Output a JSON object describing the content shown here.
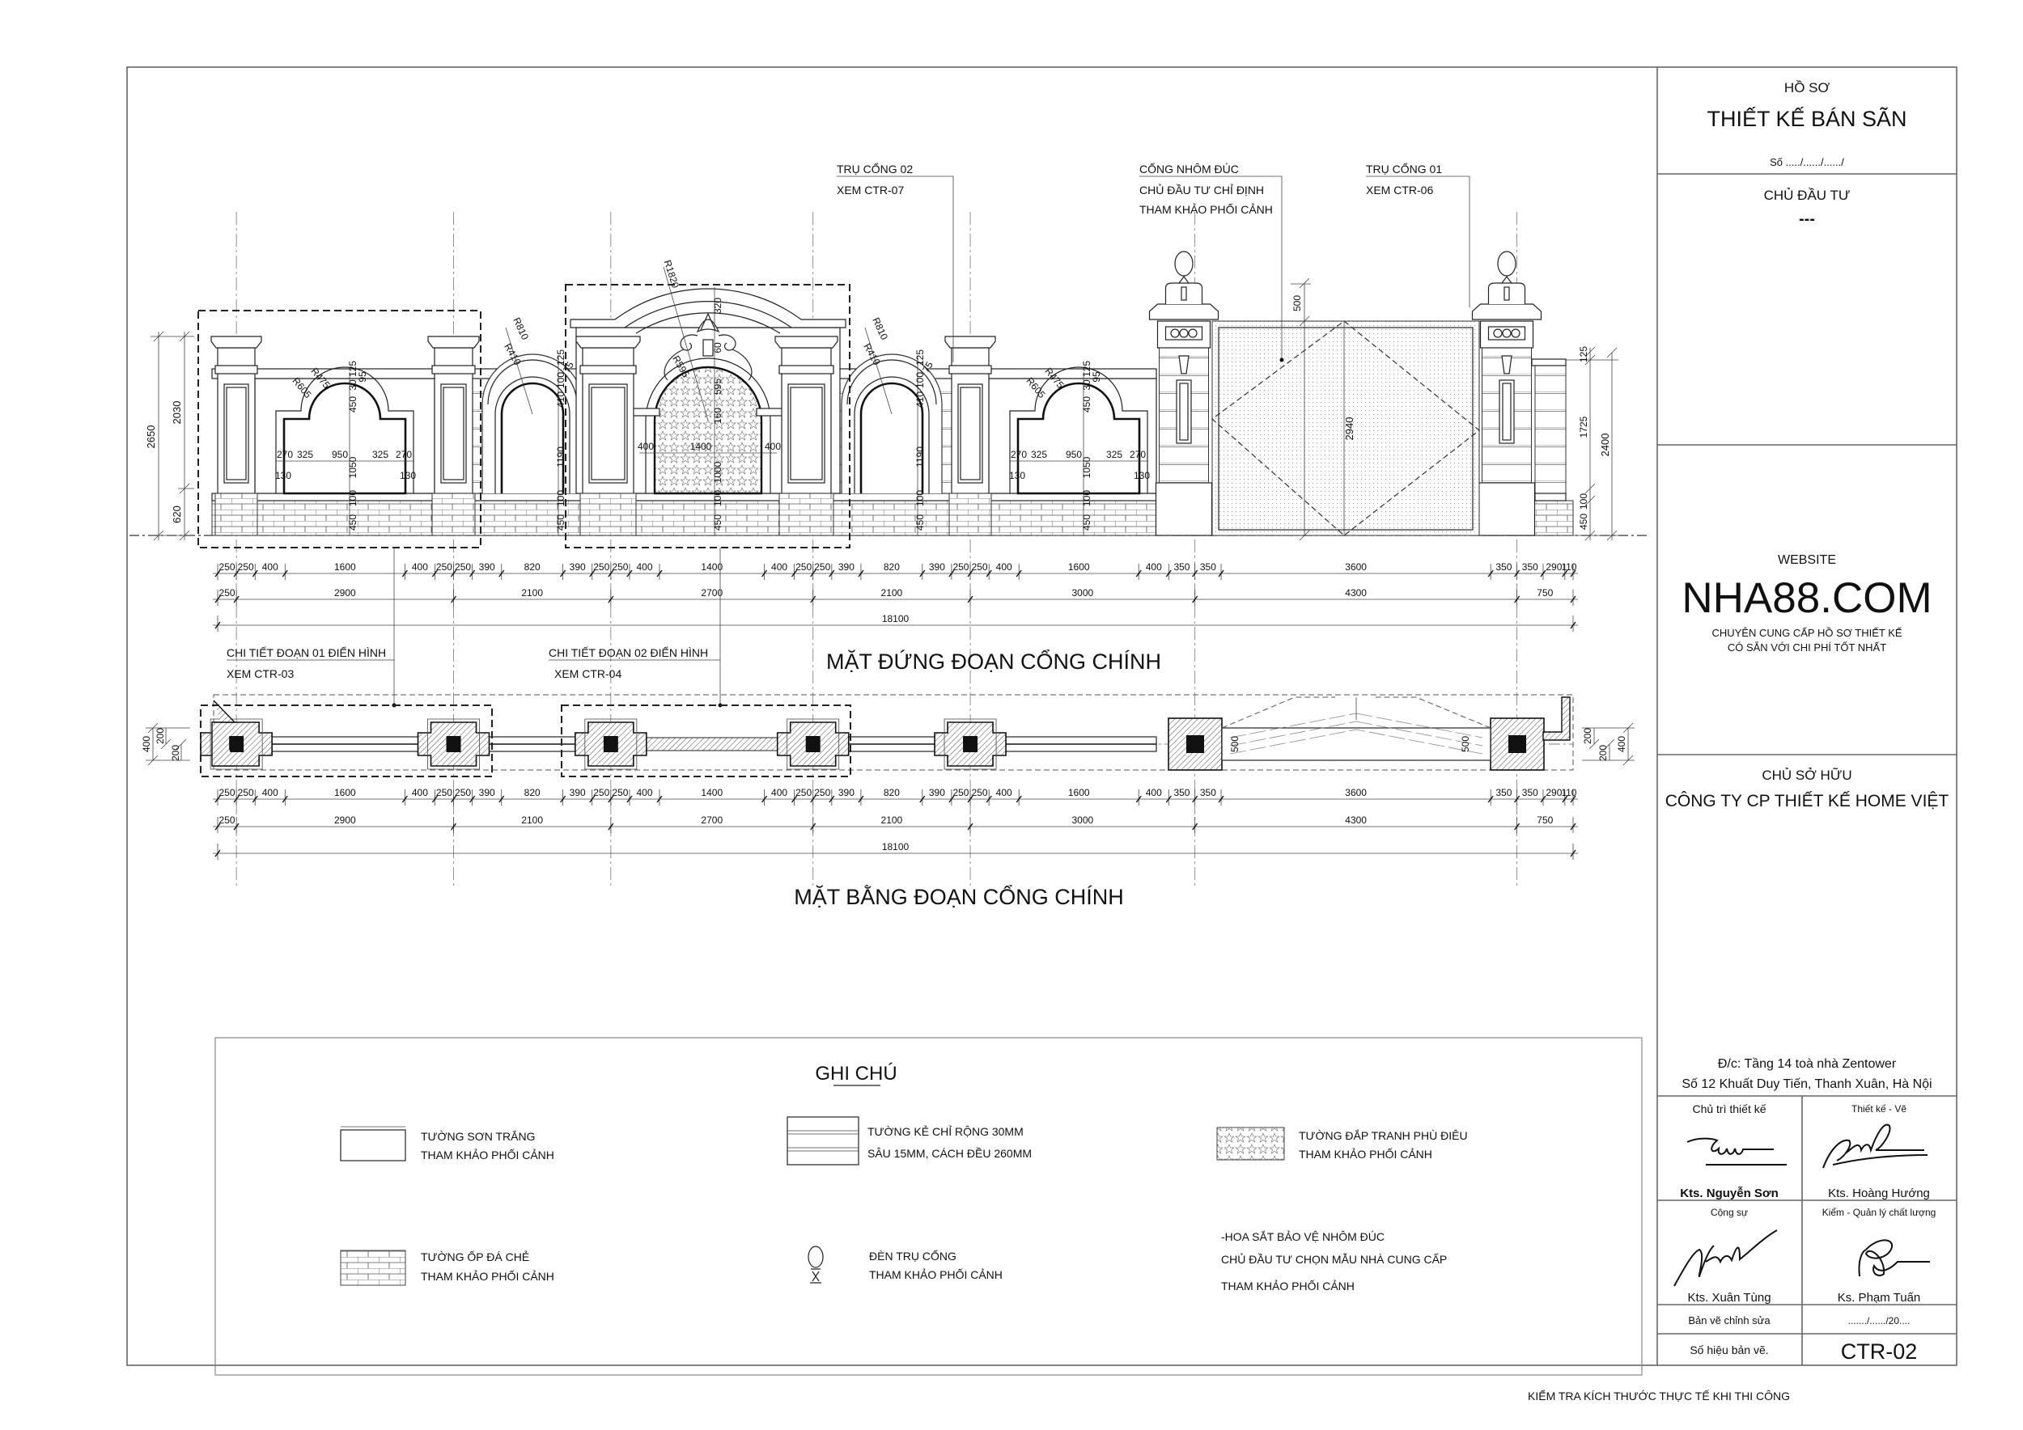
{
  "title_block": {
    "header_label": "HỒ SƠ",
    "title": "THIẾT KẾ BÁN SÃN",
    "number": "Số ...../....../....../",
    "investor_label": "CHỦ ĐẦU TƯ",
    "investor_value": "---",
    "website_label": "WEBSITE",
    "website": "NHA88.COM",
    "tagline_1": "CHUYÊN CUNG CẤP HỒ SƠ THIẾT KẾ",
    "tagline_2": "CÓ SẴN VỚI CHI PHÍ TỐT NHẤT",
    "owner_label": "CHỦ SỞ HỮU",
    "owner": "CÔNG TY CP THIẾT KẾ HOME VIỆT",
    "address_1": "Đ/c: Tầng 14 toà nhà Zentower",
    "address_2": "Số 12 Khuất Duy Tiến, Thanh Xuân, Hà Nội",
    "roles": [
      {
        "role": "Chủ trì thiết kế",
        "name": "Kts. Nguyễn Sơn"
      },
      {
        "role": "Thiết kế - Vẽ",
        "name": "Kts. Hoàng Hướng"
      },
      {
        "role": "Cộng sự",
        "name": "Kts. Xuân Tùng"
      },
      {
        "role": "Kiểm - Quản lý chất lượng",
        "name": "Ks. Phạm Tuấn"
      }
    ],
    "revision_label": "Bản vẽ chỉnh sửa",
    "revision_date": "......./....../20....",
    "sheet_label": "Số hiệu bản vẽ.",
    "sheet_number": "CTR-02"
  },
  "footer_note": "KIỂM TRA KÍCH THƯỚC THỰC TẾ KHI THI CÔNG",
  "elevation": {
    "title": "MẶT ĐỨNG ĐOẠN CỔNG CHÍNH",
    "dims_row1": [
      250,
      250,
      400,
      1600,
      400,
      250,
      250,
      390,
      820,
      390,
      250,
      250,
      400,
      1400,
      400,
      250,
      250,
      390,
      820,
      390,
      250,
      250,
      400,
      1600,
      400,
      350,
      350,
      3600,
      350,
      350,
      290,
      110
    ],
    "dims_row2": [
      250,
      2900,
      2100,
      2700,
      2100,
      3000,
      4300,
      750
    ],
    "dims_total": [
      18100
    ],
    "left_dims": {
      "total": "2650",
      "upper": "2030",
      "lower": "620"
    },
    "right_dims": {
      "top": "125",
      "wall": "1725",
      "total": "2400",
      "base": "450",
      "band": "100"
    },
    "gate_dims": {
      "top": "500",
      "height": "2940"
    },
    "panel_dims": {
      "side_left": "270",
      "shoulder_left": "325",
      "arch_width": "950",
      "shoulder_right": "325",
      "side_right": "270",
      "frame_left": "130",
      "frame_right": "130",
      "height": "1050",
      "arch_rise": "450",
      "arch_band": "30",
      "cap": "125",
      "cap_gap": "95",
      "radius_inner": "R475",
      "radius_outer": "R605",
      "band": "100",
      "base": "450"
    },
    "arch_dims": {
      "radius_outer": "R810",
      "radius_inner": "R410",
      "cap": "125",
      "band": "75",
      "moulding": "100",
      "rise": "410",
      "height": "1190",
      "plinth": "100",
      "base": "450"
    },
    "portal_dims": {
      "radius_outer": "R1820",
      "crown": "320",
      "ornament": "60",
      "radius_inner": "R595",
      "rise": "595",
      "impost": "160",
      "pier_left": "400",
      "opening": "1400",
      "pier_right": "400",
      "height": "1000",
      "plinth": "100",
      "base": "450"
    },
    "callouts": [
      {
        "line1": "TRỤ CỔNG 02",
        "line2": "XEM CTR-07"
      },
      {
        "line1": "CỔNG NHÔM ĐÚC",
        "line2": "CHỦ ĐẦU TƯ CHỈ ĐỊNH",
        "line3": "THAM KHẢO PHỐI CẢNH"
      },
      {
        "line1": "TRỤ CỔNG 01",
        "line2": "XEM CTR-06"
      }
    ]
  },
  "details": [
    {
      "line1": "CHI TIẾT ĐOẠN 01 ĐIỂN HÌNH",
      "line2": "XEM CTR-03"
    },
    {
      "line1": "CHI TIẾT ĐOẠN 02 ĐIỂN HÌNH",
      "line2": "XEM CTR-04"
    }
  ],
  "plan": {
    "title": "MẶT BẰNG ĐOẠN CỔNG CHÍNH",
    "dims_row1": [
      250,
      250,
      400,
      1600,
      400,
      250,
      250,
      390,
      820,
      390,
      250,
      250,
      400,
      1400,
      400,
      250,
      250,
      390,
      820,
      390,
      250,
      250,
      400,
      1600,
      400,
      350,
      350,
      3600,
      350,
      350,
      290,
      110
    ],
    "dims_row2": [
      250,
      2900,
      2100,
      2700,
      2100,
      3000,
      4300,
      750
    ],
    "dims_total": [
      18100
    ],
    "left_dims": {
      "total": "400",
      "a": "200",
      "b": "200"
    },
    "right_dims": {
      "a": "200",
      "b": "200",
      "total": "400"
    },
    "gate_leaf": "500"
  },
  "notes": {
    "title": "GHI CHÚ",
    "items": [
      {
        "icon": "plain-wall-swatch",
        "line1": "TƯỜNG SƠN TRẮNG",
        "line2": "THAM KHẢO PHỐI CẢNH"
      },
      {
        "icon": "grooved-wall-swatch",
        "line1": "TƯỜNG KẺ CHỈ RỘNG 30MM",
        "line2": "SÂU 15MM, CÁCH ĐỀU 260MM"
      },
      {
        "icon": "relief-wall-swatch",
        "line1": "TƯỜNG ĐẮP TRANH PHÙ ĐIÊU",
        "line2": "THAM KHẢO PHỐI CẢNH"
      },
      {
        "icon": "stone-cladding-swatch",
        "line1": "TƯỜNG ỐP ĐÁ CHẺ",
        "line2": "THAM KHẢO PHỐI CẢNH"
      },
      {
        "icon": "pillar-lamp",
        "line1": "ĐÈN TRỤ CỔNG",
        "line2": "THAM KHẢO PHỐI CẢNH"
      },
      {
        "icon": "none",
        "line1": "-HOA SẮT BẢO VỆ NHÔM ĐÚC",
        "line2": "CHỦ ĐẦU TƯ CHỌN MẪU NHÀ CUNG CẤP",
        "line3": "THAM KHẢO PHỐI CẢNH"
      }
    ]
  }
}
